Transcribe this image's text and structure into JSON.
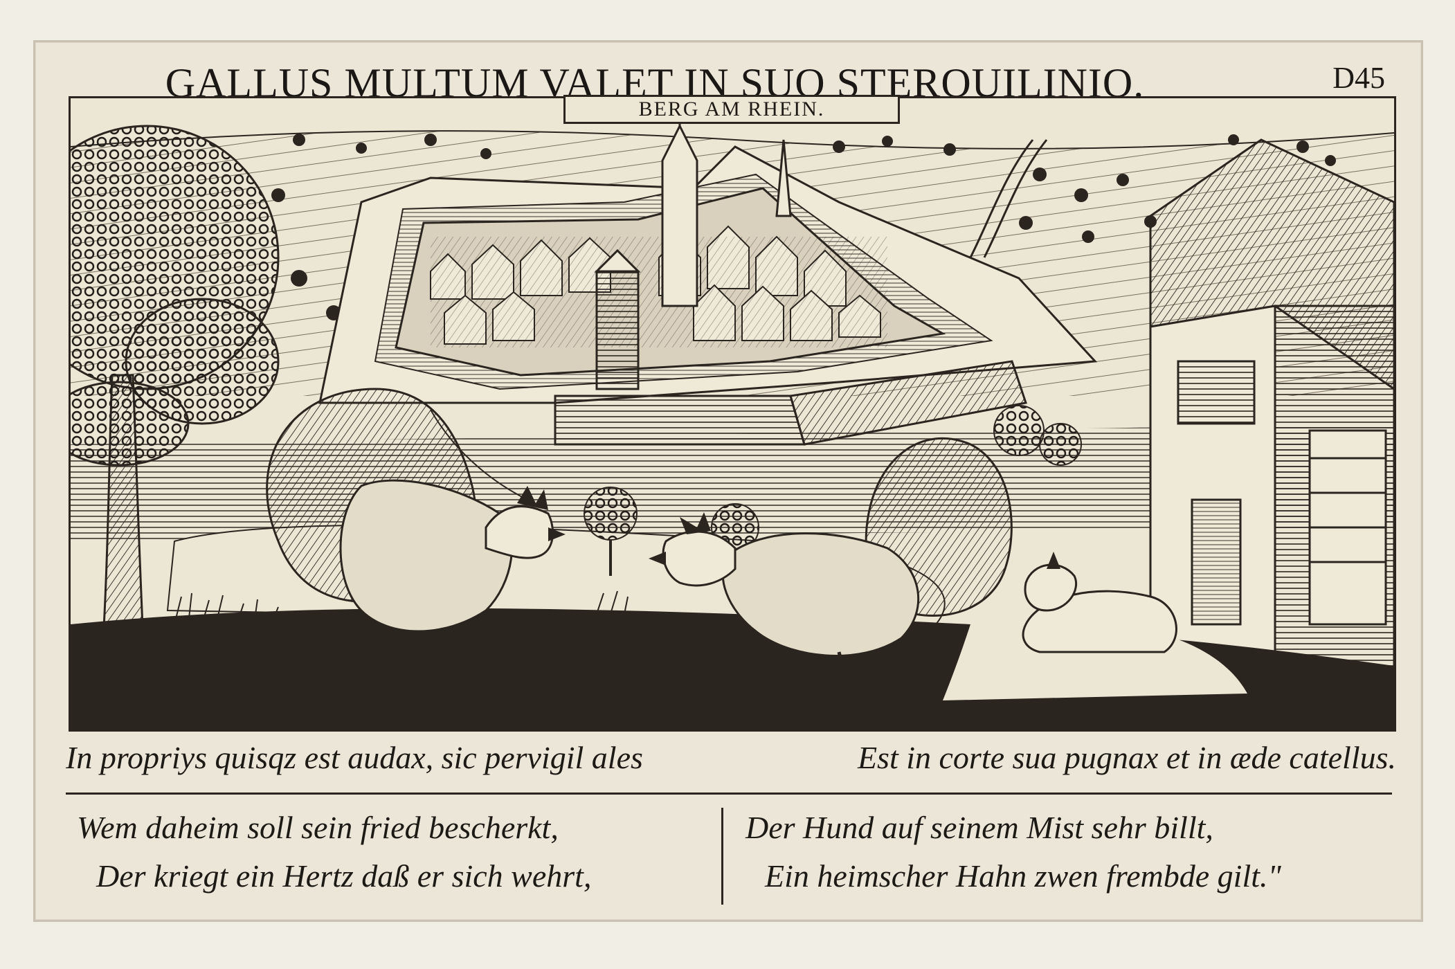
{
  "motto": "GALLUS MULTUM VALET IN SUO STERQUILINIO.",
  "plate_number": "D45",
  "place_title": "BERG AM RHEIN.",
  "latin_verse": {
    "left": "In propriys quisqz est audax, sic pervigil ales",
    "right": "Est in corte sua pugnax et in æde catellus."
  },
  "german_verse": {
    "left": [
      "Wem daheim soll sein fried bescherkt,",
      "Der kriegt ein Hertz daß er sich wehrt,"
    ],
    "right": [
      "Der Hund auf seinem Mist sehr billt,",
      "Ein heimscher Hahn zwen frembde gilt.\""
    ]
  },
  "colors": {
    "ink": "#2a251f",
    "paper": "#ece6d4",
    "margin": "#f1eee6"
  }
}
